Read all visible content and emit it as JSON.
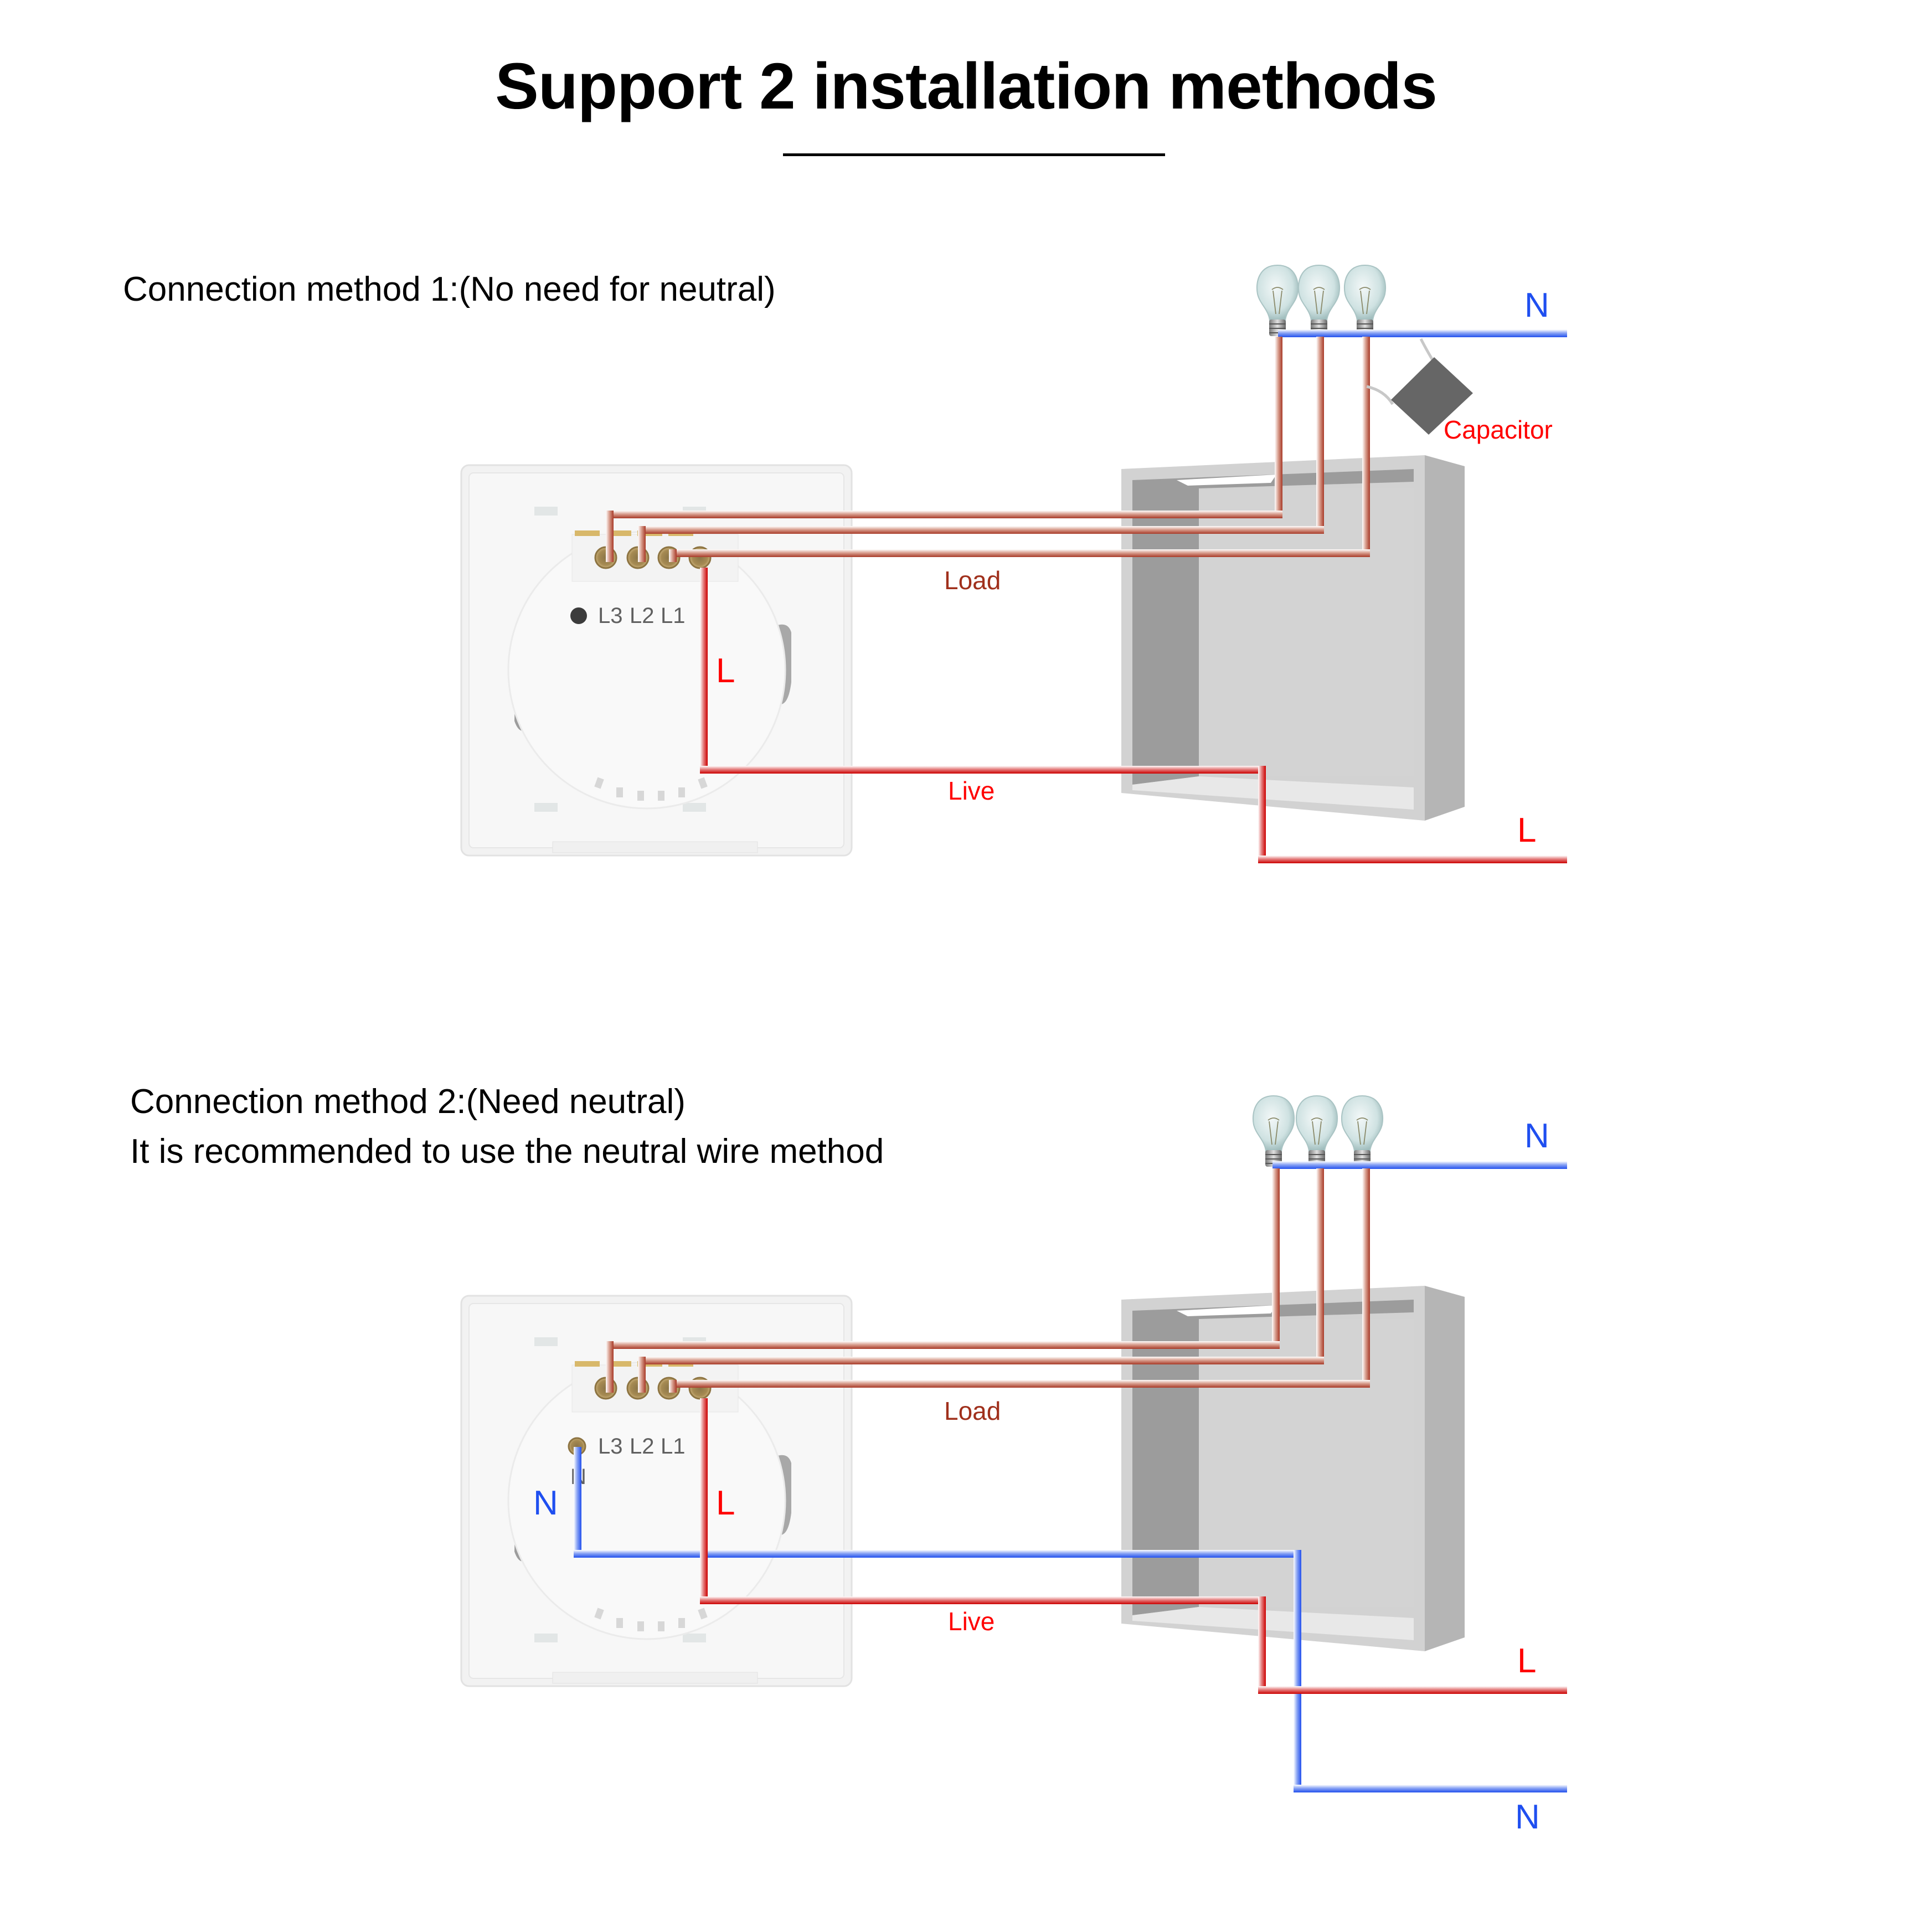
{
  "page": {
    "title": "Support 2 installation methods"
  },
  "colors": {
    "load_wire": "#a83a28",
    "live_wire": "#cc0000",
    "neutral_wire": "#2250ee",
    "label_red": "#ff0000",
    "label_blue": "#1f4ff0",
    "label_load": "#a0301c",
    "terminal_text": "#606060",
    "capacitor": "#666666"
  },
  "method1": {
    "heading": "Connection method 1:(No need for neutral)",
    "terminals": [
      "L3",
      "L2",
      "L1",
      "L"
    ],
    "switch_live_label": "L",
    "load_label": "Load",
    "live_label": "Live",
    "neutral_label": "N",
    "supply_live_label": "L",
    "capacitor_label": "Capacitor",
    "bulb_count": 3
  },
  "method2": {
    "heading_line1": "Connection method 2:(Need neutral)",
    "heading_line2": "It is recommended to use the neutral wire method",
    "terminals": [
      "L3",
      "L2",
      "L1",
      "L",
      "N"
    ],
    "switch_neutral_label": "N",
    "switch_live_label": "L",
    "load_label": "Load",
    "live_label": "Live",
    "neutral_top_label": "N",
    "supply_live_label": "L",
    "supply_neutral_label": "N",
    "bulb_count": 3
  }
}
